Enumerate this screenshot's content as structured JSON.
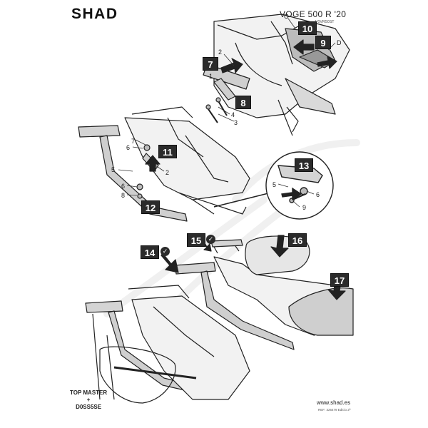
{
  "brand": "SHAD",
  "model_title": "VOGE 500 R '20",
  "product_code": "V0VR50ST",
  "steps": [
    "7",
    "8",
    "9",
    "10",
    "11",
    "12",
    "13",
    "14",
    "15",
    "16",
    "17"
  ],
  "callouts": [
    "1",
    "2",
    "3",
    "4",
    "5",
    "6",
    "7",
    "8",
    "9"
  ],
  "letters": [
    "C",
    "D"
  ],
  "bottom_label_line1": "TOP MASTER",
  "bottom_label_line2": "+",
  "bottom_label_line3": "D0SS5SE",
  "website": "www.shad.es",
  "reference": "REF: 326479 Edicio 2ª",
  "check_glyph": "✓"
}
